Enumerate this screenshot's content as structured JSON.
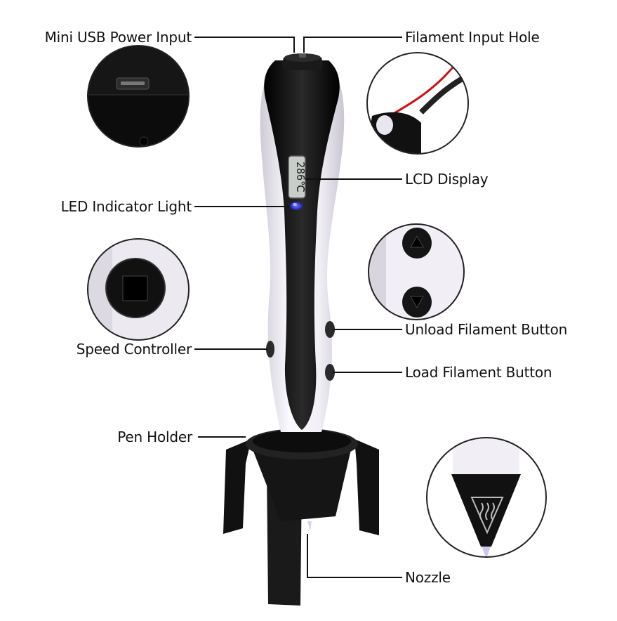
{
  "labels": {
    "mini_usb": "Mini USB Power Input",
    "filament_input": "Filament Input Hole",
    "lcd_display": "LCD Display",
    "led_indicator": "LED Indicator Light",
    "unload_button": "Unload Filament Button",
    "speed_controller": "Speed Controller",
    "load_button": "Load Filament Button",
    "pen_holder": "Pen Holder",
    "nozzle": "Nozzle"
  },
  "lcd_readout": "286℃",
  "colors": {
    "pen_body": "#f4f2f6",
    "pen_black": "#111111",
    "led": "#2233cc",
    "filament_red": "#d01010",
    "leader_line": "#111111"
  },
  "icons": {
    "speed_controller_zoom": "square-stop-icon",
    "arrow_up": "triangle-up-icon",
    "arrow_down": "triangle-down-icon",
    "nozzle_heat": "heat-warning-icon",
    "usb_port": "mini-usb-port-icon"
  }
}
